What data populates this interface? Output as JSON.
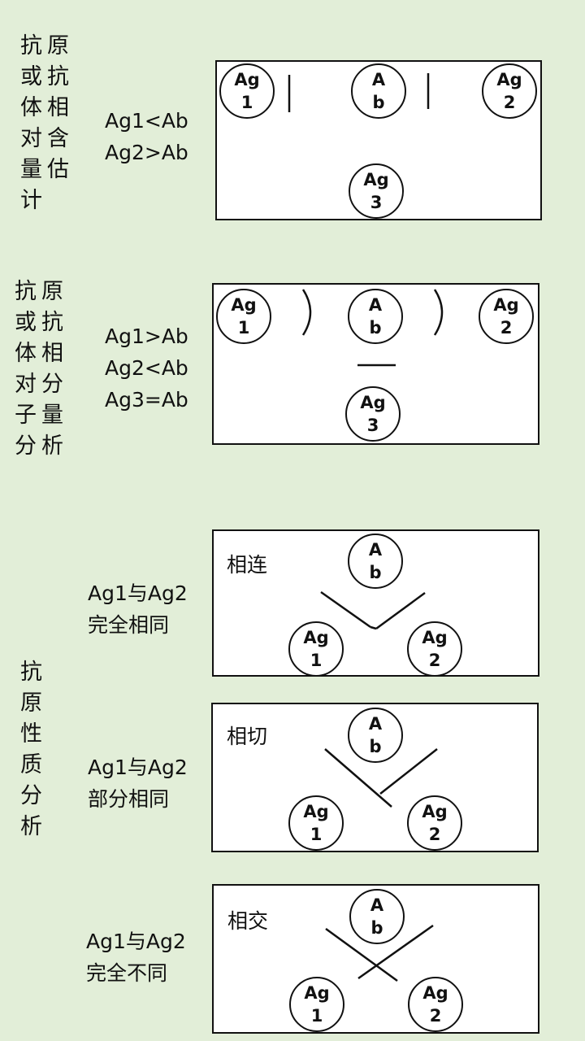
{
  "section1": {
    "title": [
      "抗",
      "原",
      "或",
      "抗",
      "体",
      "相",
      "对",
      "含",
      "量",
      "估",
      "计"
    ],
    "desc": [
      "Ag1<Ab",
      "Ag2>Ab"
    ],
    "circles": {
      "ag1": [
        "Ag",
        "1"
      ],
      "ab": [
        "A",
        "b"
      ],
      "ag2": [
        "Ag",
        "2"
      ],
      "ag3": [
        "Ag",
        "3"
      ]
    }
  },
  "section2": {
    "title": [
      "抗",
      "原",
      "或",
      "抗",
      "体",
      "相",
      "对",
      "分",
      "子",
      "量",
      "分",
      "析"
    ],
    "desc": [
      "Ag1>Ab",
      "Ag2<Ab",
      "Ag3=Ab"
    ],
    "circles": {
      "ag1": [
        "Ag",
        "1"
      ],
      "ab": [
        "A",
        "b"
      ],
      "ag2": [
        "Ag",
        "2"
      ],
      "ag3": [
        "Ag",
        "3"
      ]
    }
  },
  "section3": {
    "title": [
      "抗",
      "原",
      "性",
      "质",
      "分",
      "析"
    ],
    "panels": [
      {
        "label": "相连",
        "desc": [
          "Ag1与Ag2",
          "完全相同"
        ],
        "circles": {
          "ab": [
            "A",
            "b"
          ],
          "ag1": [
            "Ag",
            "1"
          ],
          "ag2": [
            "Ag",
            "2"
          ]
        }
      },
      {
        "label": "相切",
        "desc": [
          "Ag1与Ag2",
          "部分相同"
        ],
        "circles": {
          "ab": [
            "A",
            "b"
          ],
          "ag1": [
            "Ag",
            "1"
          ],
          "ag2": [
            "Ag",
            "2"
          ]
        }
      },
      {
        "label": "相交",
        "desc": [
          "Ag1与Ag2",
          "完全不同"
        ],
        "circles": {
          "ab": [
            "A",
            "b"
          ],
          "ag1": [
            "Ag",
            "1"
          ],
          "ag2": [
            "Ag",
            "2"
          ]
        }
      }
    ]
  }
}
